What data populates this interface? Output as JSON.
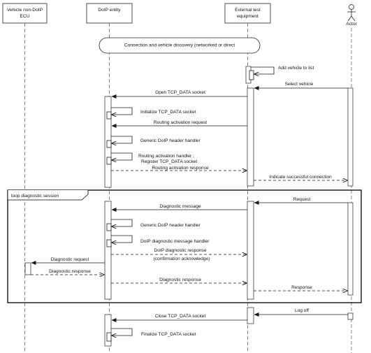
{
  "participants": [
    {
      "id": "ecu",
      "lines": [
        "Vehicle non-DoIP",
        "ECU"
      ]
    },
    {
      "id": "doip",
      "lines": [
        "DoIP entity"
      ]
    },
    {
      "id": "ext",
      "lines": [
        "External test",
        "equipment"
      ]
    },
    {
      "id": "actor",
      "lines": [
        "Actor"
      ]
    }
  ],
  "discovery_note": "Connection and vehicle discovery  (networked or direct",
  "self_calls": [
    {
      "id": "add-vehicle",
      "label": "Add vehicle to list"
    },
    {
      "id": "init-socket",
      "label": "Initialize TCP_DATA socket"
    },
    {
      "id": "generic-header-1",
      "label": "Generic DoIP header handler"
    },
    {
      "id": "routing-handler",
      "lines": [
        "Routing activation handler ;",
        "Register TCP_DATA socket"
      ]
    },
    {
      "id": "generic-header-2",
      "label": "Generic DoIP header handler"
    },
    {
      "id": "diag-msg-handler",
      "label": "DoIP diagnostic message handler"
    },
    {
      "id": "finalize-socket",
      "label": "Finalize TCP_DATA socket"
    }
  ],
  "messages": [
    {
      "id": "select-vehicle",
      "label": "Select vehicle",
      "style": "solid"
    },
    {
      "id": "open-socket",
      "label": "Open TCP_DATA socket",
      "style": "solid"
    },
    {
      "id": "routing-request",
      "label": "Routing activation request",
      "style": "solid"
    },
    {
      "id": "routing-response",
      "label": "Routing activation response",
      "style": "dashed"
    },
    {
      "id": "indicate-connection",
      "label": "Indicate successful connection",
      "style": "dashed"
    },
    {
      "id": "request",
      "label": "Request",
      "style": "solid"
    },
    {
      "id": "diagnostic-message",
      "label": "Diagnostic message",
      "style": "solid"
    },
    {
      "id": "doip-diag-response",
      "lines": [
        "DoIP diagnostic response",
        "(confirmation acknowledge)"
      ],
      "style": "dashed"
    },
    {
      "id": "diagnostic-request",
      "label": "Diagnostic request",
      "style": "solid"
    },
    {
      "id": "diagnostic-response-ecu",
      "label": "Diagnostic response",
      "style": "dashed"
    },
    {
      "id": "diagnostic-response-ext",
      "label": "Diagnostic response",
      "style": "dashed"
    },
    {
      "id": "response",
      "label": "Response",
      "style": "dashed"
    },
    {
      "id": "log-off",
      "label": "Log off",
      "style": "solid"
    },
    {
      "id": "close-socket",
      "label": "Close TCP_DATA socket",
      "style": "solid"
    }
  ],
  "loop_frame": {
    "label": "loop diagnostic session"
  },
  "colors": {
    "line": "#1a1a1a",
    "frame": "#000000",
    "activation_fill": "#ffffff"
  }
}
